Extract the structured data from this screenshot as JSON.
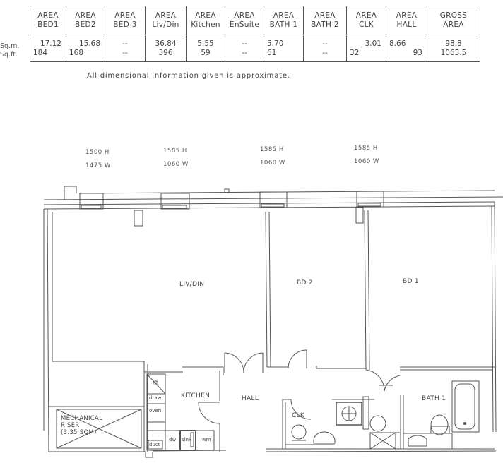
{
  "area_schedule": {
    "headers": [
      {
        "line1": "AREA",
        "line2": "BED1"
      },
      {
        "line1": "AREA",
        "line2": "BED2"
      },
      {
        "line1": "AREA",
        "line2": "BED 3"
      },
      {
        "line1": "AREA",
        "line2": "Liv/Din"
      },
      {
        "line1": "AREA",
        "line2": "Kitchen"
      },
      {
        "line1": "AREA",
        "line2": "EnSuite"
      },
      {
        "line1": "AREA",
        "line2": "BATH 1"
      },
      {
        "line1": "AREA",
        "line2": "BATH 2"
      },
      {
        "line1": "AREA",
        "line2": "CLK"
      },
      {
        "line1": "AREA",
        "line2": "HALL"
      },
      {
        "line1": "GROSS",
        "line2": "AREA"
      }
    ],
    "row_labels": {
      "sqm": "Sq.m.",
      "sqft": "Sq.ft."
    },
    "values": [
      {
        "sqm": "17.12",
        "sqft": "184"
      },
      {
        "sqm": "15.68",
        "sqft": "168"
      },
      {
        "sqm": "--",
        "sqft": "--"
      },
      {
        "sqm": "36.84",
        "sqft": "396"
      },
      {
        "sqm": "5.55",
        "sqft": "59"
      },
      {
        "sqm": "--",
        "sqft": "--"
      },
      {
        "sqm": "5.70",
        "sqft": "61"
      },
      {
        "sqm": "--",
        "sqft": "--"
      },
      {
        "sqm": "3.01",
        "sqft": "32"
      },
      {
        "sqm": "8.66",
        "sqft": "93"
      },
      {
        "sqm": "98.8",
        "sqft": "1063.5"
      }
    ]
  },
  "note": "All dimensional information given is approximate.",
  "windows": [
    {
      "height": "1500 H",
      "width": "1475 W"
    },
    {
      "height": "1585 H",
      "width": "1060 W"
    },
    {
      "height": "1585 H",
      "width": "1060 W"
    },
    {
      "height": "1585 H",
      "width": "1060 W"
    }
  ],
  "rooms": {
    "liv_din": "LIV/DIN",
    "bd2": "BD 2",
    "bd1": "BD 1",
    "kitchen": "KITCHEN",
    "hall": "HALL",
    "clk": "CLK",
    "bath1": "BATH 1",
    "riser_line1": "MECHANICAL",
    "riser_line2": "RISER",
    "riser_line3": "(3.35 SQM)"
  },
  "kitchen_units": {
    "ff": "f/f",
    "draw": "draw",
    "oven": "oven",
    "dw": "dw",
    "sink": "sink",
    "wm": "wm",
    "duct": "duct"
  },
  "colors": {
    "line": "#555555",
    "text": "#444444",
    "background": "#ffffff"
  }
}
